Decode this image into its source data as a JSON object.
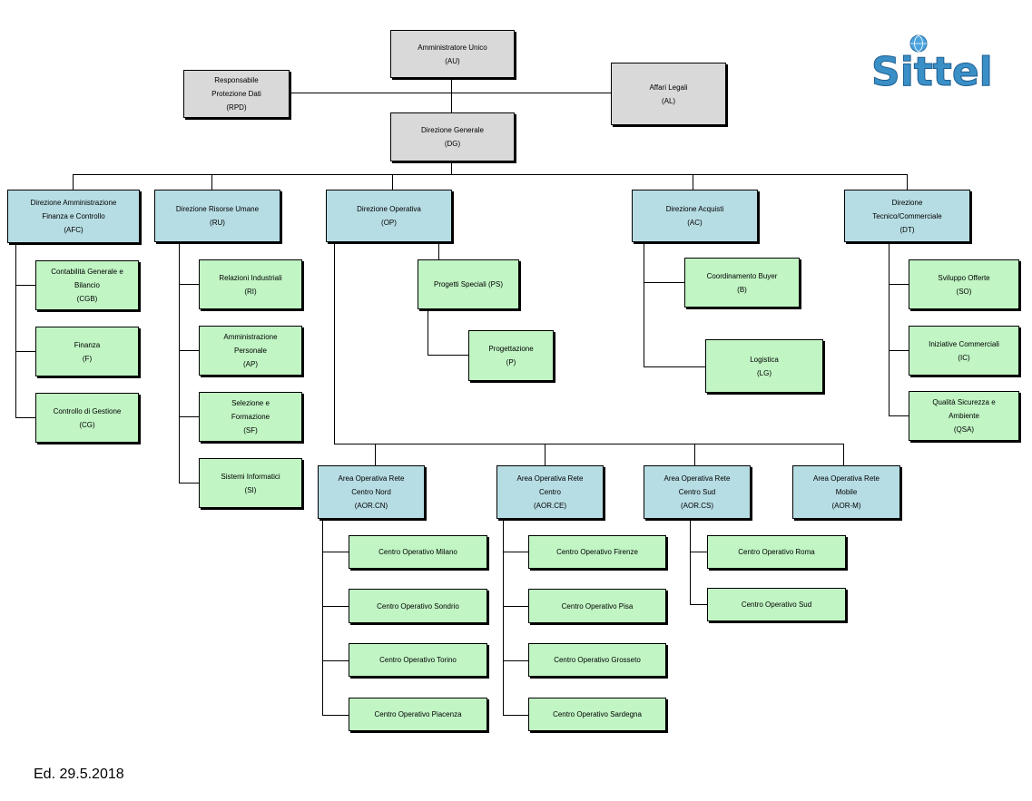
{
  "logo": {
    "text": "Sittel",
    "color": "#3a8fc7",
    "globe_color": "#4aa3df"
  },
  "edition": "Ed. 29.5.2018",
  "nodes": {
    "au": {
      "lines": [
        "Amministratore Unico",
        "(AU)"
      ]
    },
    "rpd": {
      "lines": [
        "Responsabile",
        "Protezione Dati",
        "(RPD)"
      ]
    },
    "al": {
      "lines": [
        "Affari Legali",
        "(AL)"
      ]
    },
    "dg": {
      "lines": [
        "Direzione Generale",
        "(DG)"
      ]
    },
    "afc": {
      "lines": [
        "Direzione Amministrazione",
        "Finanza e Controllo",
        "(AFC)"
      ]
    },
    "ru": {
      "lines": [
        "Direzione Risorse Umane",
        "(RU)"
      ]
    },
    "op": {
      "lines": [
        "Direzione Operativa",
        "(OP)"
      ]
    },
    "ac": {
      "lines": [
        "Direzione Acquisti",
        "(AC)"
      ]
    },
    "dt": {
      "lines": [
        "Direzione",
        "Tecnico/Commerciale",
        "(DT)"
      ]
    },
    "cgb": {
      "lines": [
        "Contabilità Generale e",
        "Bilancio",
        "(CGB)"
      ]
    },
    "f": {
      "lines": [
        "Finanza",
        "(F)"
      ]
    },
    "cg": {
      "lines": [
        "Controllo di Gestione",
        "(CG)"
      ]
    },
    "ri": {
      "lines": [
        "Relazioni Industriali",
        "(RI)"
      ]
    },
    "ap": {
      "lines": [
        "Amministrazione",
        "Personale",
        "(AP)"
      ]
    },
    "sf": {
      "lines": [
        "Selezione e",
        "Formazione",
        "(SF)"
      ]
    },
    "si": {
      "lines": [
        "Sistemi Informatici",
        "(SI)"
      ]
    },
    "ps": {
      "lines": [
        "Progetti Speciali (PS)"
      ]
    },
    "p": {
      "lines": [
        "Progettazione",
        "(P)"
      ]
    },
    "b": {
      "lines": [
        "Coordinamento Buyer",
        "(B)"
      ]
    },
    "lg": {
      "lines": [
        "Logistica",
        "(LG)"
      ]
    },
    "so": {
      "lines": [
        "Sviluppo Offerte",
        "(SO)"
      ]
    },
    "ic": {
      "lines": [
        "Iniziative Commerciali",
        "(IC)"
      ]
    },
    "qsa": {
      "lines": [
        "Qualità Sicurezza e",
        "Ambiente",
        "(QSA)"
      ]
    },
    "aorcn": {
      "lines": [
        "Area Operativa Rete",
        "Centro Nord",
        "(AOR.CN)"
      ]
    },
    "aorce": {
      "lines": [
        "Area Operativa Rete",
        "Centro",
        "(AOR.CE)"
      ]
    },
    "aorcs": {
      "lines": [
        "Area Operativa Rete",
        "Centro Sud",
        "(AOR.CS)"
      ]
    },
    "aorm": {
      "lines": [
        "Area Operativa Rete",
        "Mobile",
        "(AOR-M)"
      ]
    },
    "milano": {
      "lines": [
        "Centro Operativo Milano"
      ]
    },
    "sondrio": {
      "lines": [
        "Centro Operativo Sondrio"
      ]
    },
    "torino": {
      "lines": [
        "Centro Operativo Torino"
      ]
    },
    "piacenza": {
      "lines": [
        "Centro Operativo Piacenza"
      ]
    },
    "firenze": {
      "lines": [
        "Centro Operativo Firenze"
      ]
    },
    "pisa": {
      "lines": [
        "Centro Operativo Pisa"
      ]
    },
    "grosseto": {
      "lines": [
        "Centro Operativo Grosseto"
      ]
    },
    "sardegna": {
      "lines": [
        "Centro Operativo Sardegna"
      ]
    },
    "roma": {
      "lines": [
        "Centro Operativo Roma"
      ]
    },
    "sud": {
      "lines": [
        "Centro Operativo Sud"
      ]
    }
  }
}
